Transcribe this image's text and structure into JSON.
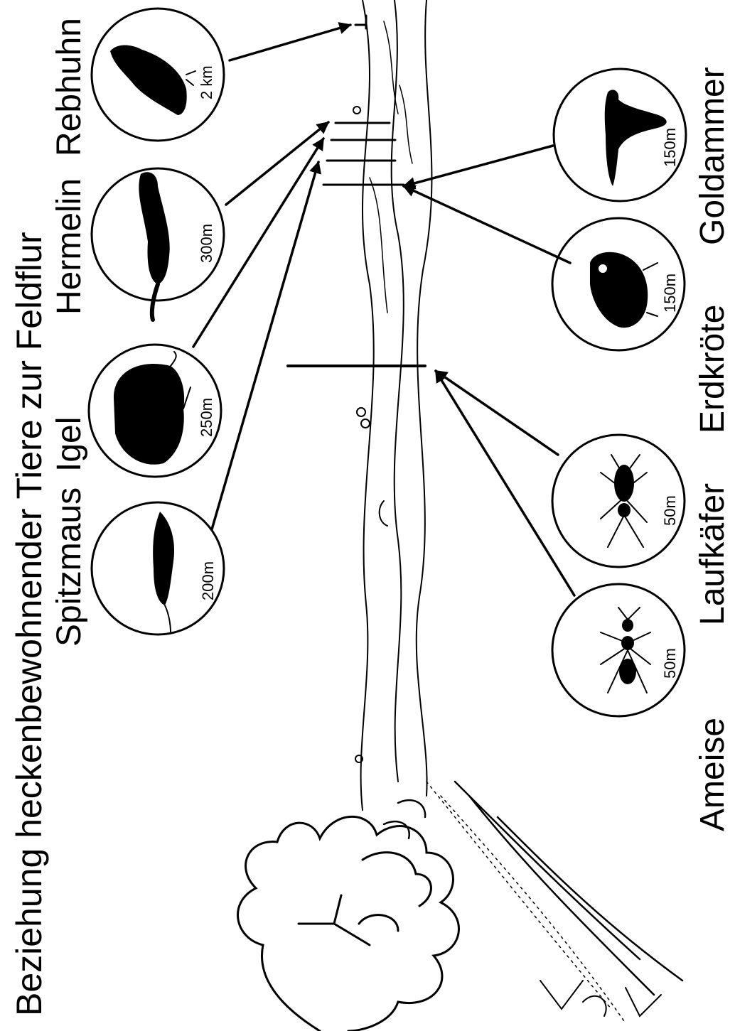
{
  "title": "Beziehung heckenbewohnender Tiere zur Feldflur",
  "colors": {
    "ink": "#000000",
    "paper": "#ffffff"
  },
  "animals": [
    {
      "name": "Spitzmaus",
      "distance": "200m",
      "icon": "shrew-icon"
    },
    {
      "name": "Igel",
      "distance": "250m",
      "icon": "hedgehog-icon"
    },
    {
      "name": "Hermelin",
      "distance": "300m",
      "icon": "stoat-icon"
    },
    {
      "name": "Rebhuhn",
      "distance": "2 km",
      "icon": "partridge-icon"
    },
    {
      "name": "Ameise",
      "distance": "50m",
      "icon": "ant-icon"
    },
    {
      "name": "Laufkäfer",
      "distance": "50m",
      "icon": "ground-beetle-icon"
    },
    {
      "name": "Erdkröte",
      "distance": "150m",
      "icon": "toad-icon"
    },
    {
      "name": "Goldammer",
      "distance": "150m",
      "icon": "yellowhammer-icon"
    }
  ]
}
